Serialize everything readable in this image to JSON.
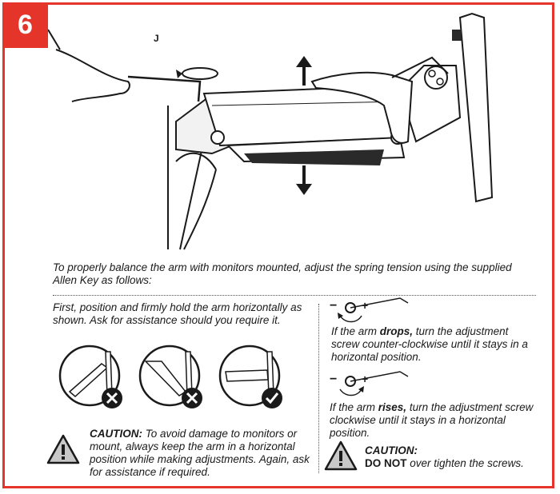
{
  "step": {
    "number": "6"
  },
  "figure": {
    "label_j": "J"
  },
  "text": {
    "intro": "To properly balance the arm with monitors mounted, adjust the spring tension using the supplied Allen Key as follows:",
    "first": "First, position and firmly hold the arm horizontally as shown. Ask for assistance should you require it.",
    "drops_prefix": "If the arm ",
    "drops_bold": "drops,",
    "drops_suffix": " turn the adjustment screw counter-clockwise until it stays in a horizontal position.",
    "rises_prefix": "If the arm ",
    "rises_bold": "rises,",
    "rises_suffix": " turn the adjustment screw clockwise until it stays in a horizontal position.",
    "caution1_title": "CAUTION:",
    "caution1_body": " To avoid damage to monitors or mount,  always keep the arm in a horizontal position while making adjustments. Again, ask for assistance if required.",
    "caution2_title": "CAUTION:",
    "caution2_bold": "DO NOT",
    "caution2_body": " over tighten the screws."
  },
  "dial": {
    "minus": "−",
    "plus": "+"
  },
  "colors": {
    "accent": "#e5352b",
    "line": "#1a1a1a"
  }
}
